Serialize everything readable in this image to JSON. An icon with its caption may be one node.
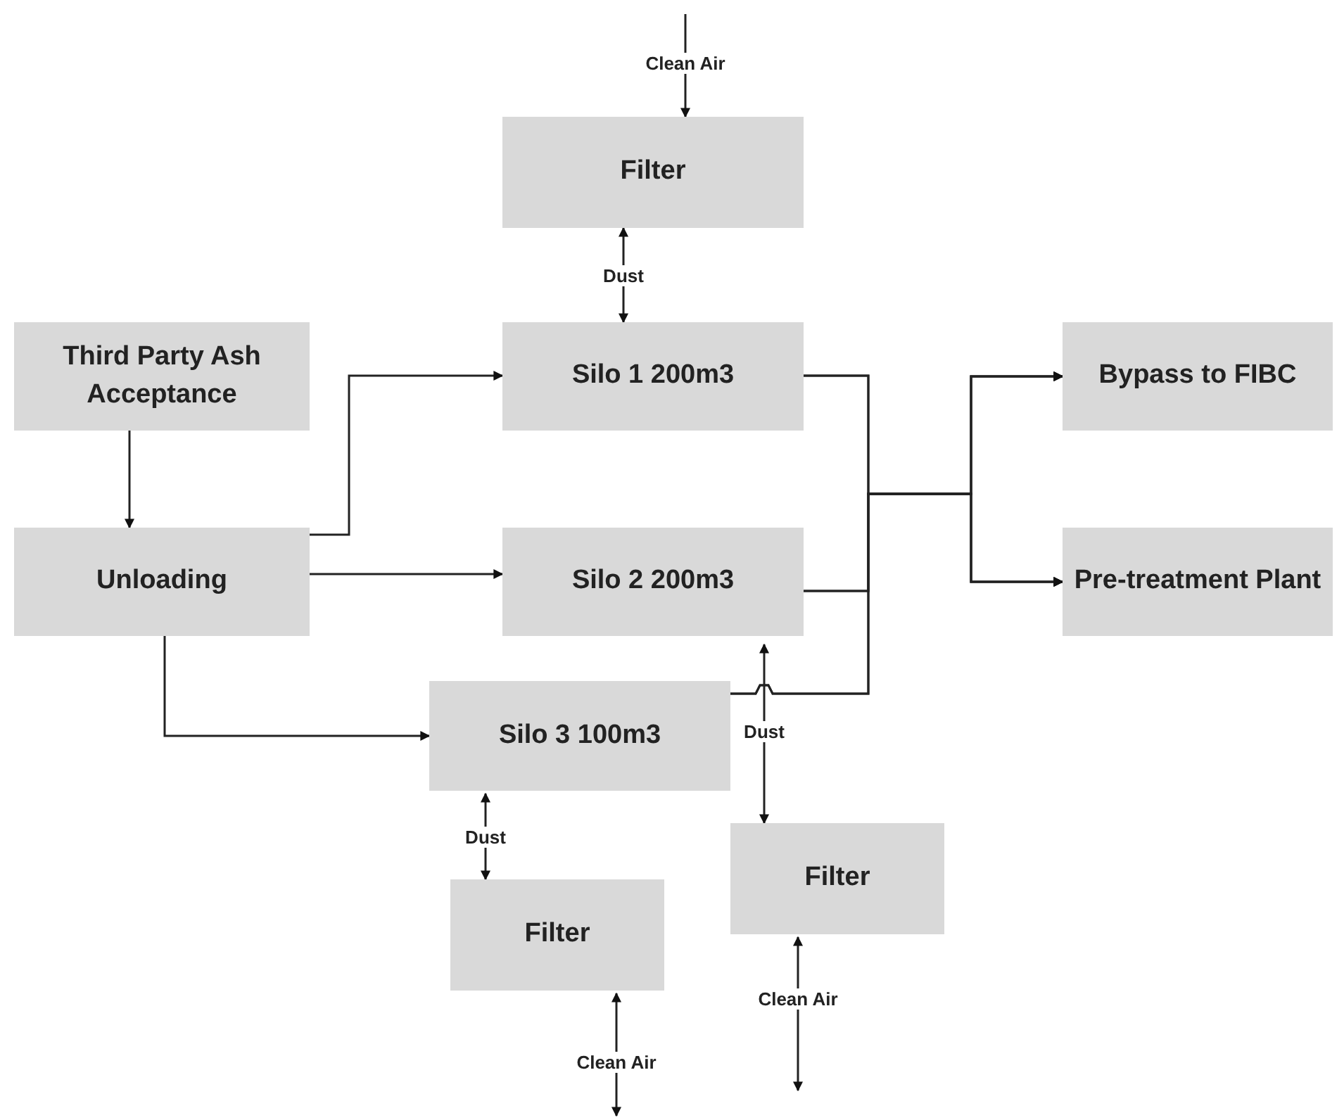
{
  "diagram": {
    "nodes": [
      {
        "text": [
          "Filter"
        ]
      },
      {
        "text": [
          "Third Party Ash Acceptance"
        ]
      },
      {
        "text": [
          "Silo 1 200m3"
        ]
      },
      {
        "text": [
          "Bypass to FIBC"
        ]
      },
      {
        "text": [
          "Unloading"
        ]
      },
      {
        "text": [
          "Silo 2 200m3"
        ]
      },
      {
        "text": [
          "Pre-treatment Plant"
        ]
      },
      {
        "text": [
          "Silo 3 100m3"
        ]
      },
      {
        "text": [
          "Filter"
        ]
      },
      {
        "text": [
          "Filter"
        ]
      }
    ],
    "edges": [
      {
        "from": null,
        "to": 0,
        "arrow": "to",
        "label": "Clean Air"
      },
      {
        "from": 0,
        "to": 2,
        "arrow": "both",
        "label": "Dust"
      },
      {
        "from": 1,
        "to": 4,
        "arrow": "to"
      },
      {
        "from": 4,
        "to": 2,
        "arrow": "to"
      },
      {
        "from": 4,
        "to": 5,
        "arrow": "to"
      },
      {
        "from": 4,
        "to": 7,
        "arrow": "to"
      },
      {
        "from": 2,
        "to": 3,
        "arrow": "to"
      },
      {
        "from": 2,
        "to": 6,
        "arrow": "to"
      },
      {
        "from": 5,
        "to": 3,
        "arrow": "to"
      },
      {
        "from": 5,
        "to": 6,
        "arrow": "to"
      },
      {
        "from": 7,
        "to": 3,
        "arrow": "to"
      },
      {
        "from": 7,
        "to": 6,
        "arrow": "to"
      },
      {
        "from": 5,
        "to": 8,
        "arrow": "both",
        "label": "Dust"
      },
      {
        "from": 8,
        "to": null,
        "arrow": "both",
        "label": "Clean Air"
      },
      {
        "from": 7,
        "to": 9,
        "arrow": "both",
        "label": "Dust"
      },
      {
        "from": 9,
        "to": null,
        "arrow": "both",
        "label": "Clean Air"
      }
    ]
  }
}
